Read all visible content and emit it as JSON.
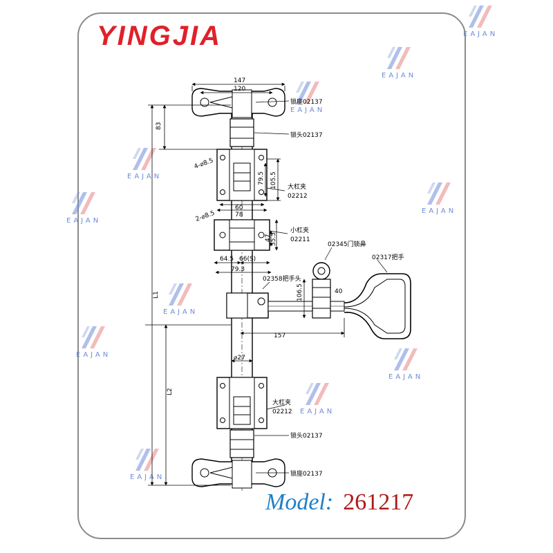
{
  "brand": {
    "logo": "YINGJIA",
    "watermark": "EAJAN"
  },
  "model": {
    "label": "Model:",
    "number": "261217"
  },
  "colors": {
    "logo": "#e0202a",
    "model_label": "#1f7fc6",
    "model_number": "#b01818",
    "watermark": "#6f8bd8",
    "frame": "#8a8a8a"
  },
  "dimensions": {
    "top_outer": "147",
    "top_inner": "120",
    "offset_83": "83",
    "hole_large": "4-⌀8.5",
    "h_79_5": "79.5",
    "h_105_5": "105.5",
    "w_60": "60",
    "w_78": "78",
    "hole_small": "2-⌀8.5",
    "h_47": "47",
    "h_55_5": "55.5",
    "w_64_5": "64.5",
    "w_66": "66(S)",
    "w_79_3": "79.3",
    "h_106_5": "106.5",
    "w_40": "40",
    "w_157": "157",
    "dia_27": "⌀27",
    "len_L1": "L1",
    "len_L2": "L2"
  },
  "labels": {
    "lock_seat_top": "锁座02137",
    "lock_head_top": "锁头02137",
    "big_clamp_top_name": "大杠夹",
    "big_clamp_top_code": "02212",
    "small_clamp_name": "小杠夹",
    "small_clamp_code": "02211",
    "door_lock": "02345门锁鼻",
    "handle": "02317把手",
    "handle_head": "02358把手头",
    "big_clamp_bottom_name": "大杠夹",
    "big_clamp_bottom_code": "02212",
    "lock_head_bottom": "锁头02137",
    "lock_seat_bottom": "锁座02137"
  }
}
